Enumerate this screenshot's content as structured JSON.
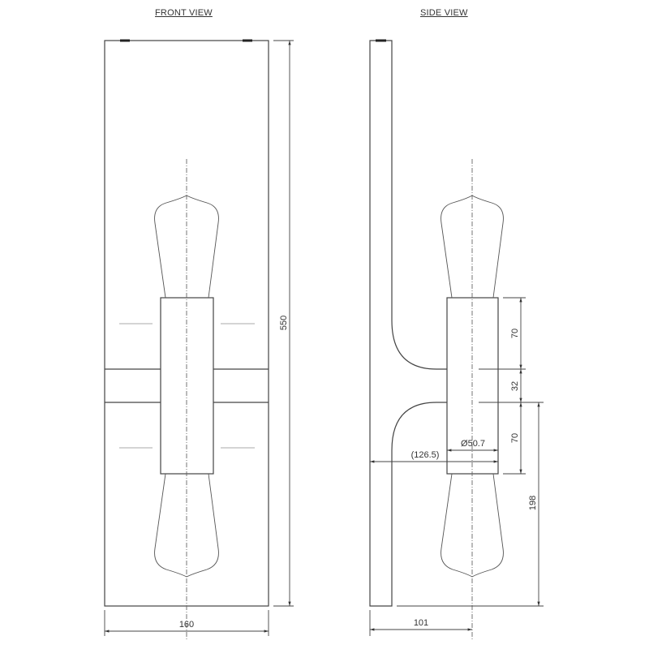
{
  "views": {
    "front": {
      "title": "FRONT VIEW"
    },
    "side": {
      "title": "SIDE VIEW"
    }
  },
  "dimensions": {
    "overall_height": "550",
    "front_width": "160",
    "upper_cup_height": "70",
    "arm_gap": "32",
    "lower_cup_height": "70",
    "lower_height": "198",
    "cup_diameter": "Ø50.7",
    "projection": "(126.5)",
    "side_depth": "101"
  },
  "colors": {
    "line": "#444444",
    "hidden": "#bbbbbb",
    "background": "#ffffff"
  }
}
